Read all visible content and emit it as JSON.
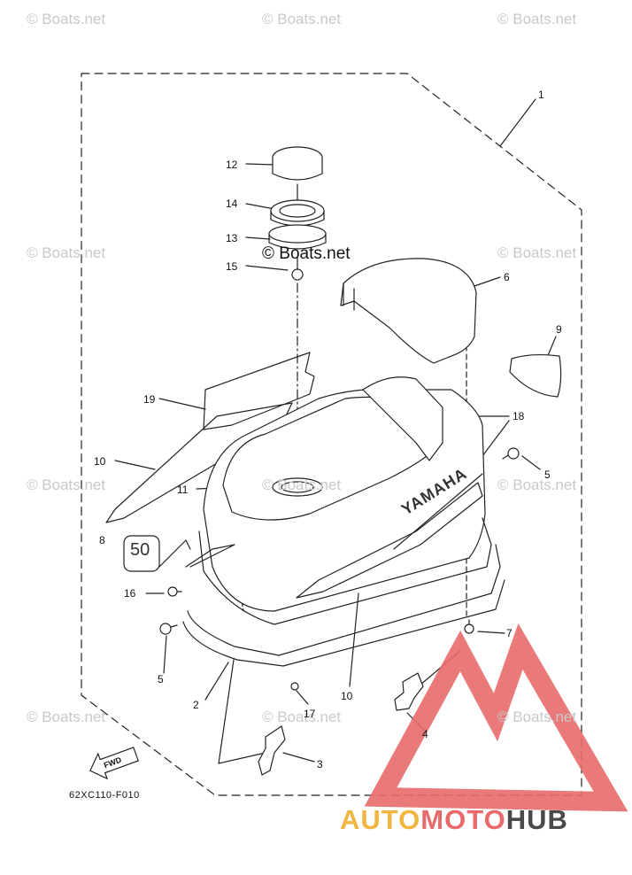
{
  "watermarks": {
    "text": "© Boats.net",
    "center_text": "© Boats.net"
  },
  "diagram": {
    "code": "62XC110-F010",
    "callouts": [
      "1",
      "2",
      "3",
      "4",
      "5",
      "5",
      "6",
      "7",
      "8",
      "9",
      "10",
      "10",
      "11",
      "12",
      "13",
      "14",
      "15",
      "16",
      "17",
      "18",
      "19"
    ],
    "engine_brand": "YAMAHA",
    "hp_badge": "50",
    "fwd_label": "FWD"
  },
  "branding": {
    "part1": "AUTO",
    "part2": "MOTO",
    "part3": "HUB"
  },
  "colors": {
    "line": "#222222",
    "watermark": "#c9c9c9",
    "logo_red": "#e86a6a",
    "logo_yellow": "#f2b640",
    "logo_gray": "#4a4a4a"
  }
}
